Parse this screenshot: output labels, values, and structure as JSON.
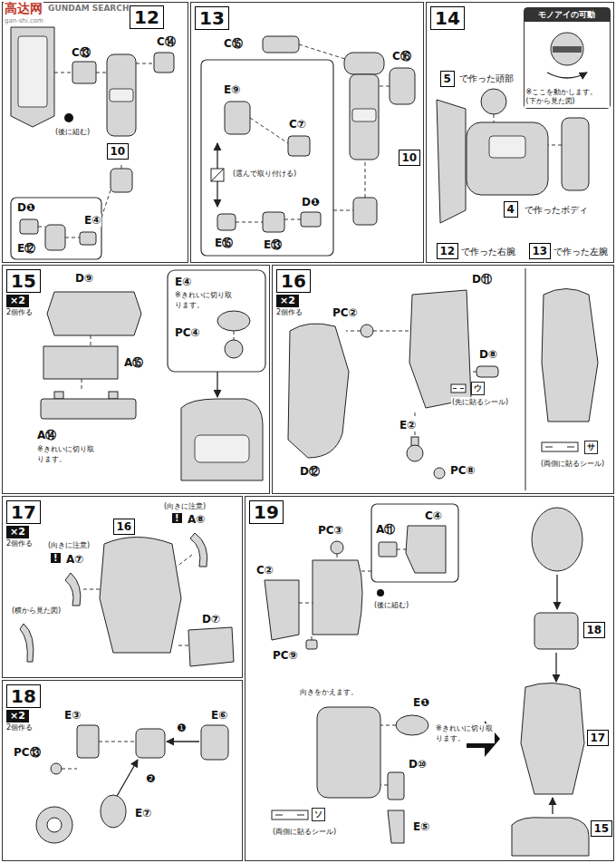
{
  "diagram": {
    "nodes": [
      {
        "text": [
          "12"
        ]
      },
      {
        "text": [
          "10"
        ],
        "in": 0
      },
      {
        "text": [
          "13"
        ]
      },
      {
        "text": [
          "10"
        ],
        "in": 2
      },
      {
        "text": [
          "14"
        ]
      },
      {
        "text": [
          "モノアイの可動",
          "※ここを動かします。",
          "(下から見た図)"
        ],
        "in": 4
      },
      {
        "text": [
          "5"
        ],
        "in": 4
      },
      {
        "text": [
          "4"
        ],
        "in": 4
      },
      {
        "text": [
          "12"
        ],
        "in": 4
      },
      {
        "text": [
          "13"
        ],
        "in": 4
      },
      {
        "text": [
          "15",
          "×2",
          "2個作る"
        ]
      },
      {
        "text": [
          "16",
          "×2",
          "2個作る"
        ]
      },
      {
        "text": [
          "17",
          "×2",
          "2個作る"
        ]
      },
      {
        "text": [
          "16"
        ],
        "in": 12
      },
      {
        "text": [
          "18",
          "×2",
          "2個作る"
        ]
      },
      {
        "text": [
          "19"
        ]
      },
      {
        "text": [
          "18"
        ],
        "in": 15
      },
      {
        "text": [
          "17"
        ],
        "in": 15
      },
      {
        "text": [
          "15"
        ],
        "in": 15
      }
    ],
    "labels": [
      "C⑬",
      "C⑭",
      "(後に組む)",
      "D❶",
      "E④",
      "E⑫",
      "C⑮",
      "C⑯",
      "E⑨",
      "C⑦",
      "(選んで取り付ける)",
      "D❶",
      "E⑮",
      "E⑬",
      "で作った頭部",
      "で作ったボディ",
      "で作った右腕",
      "で作った左腕",
      "D⑨",
      "E④",
      "※きれいに切り取ります。",
      "PC④",
      "A⑮",
      "A⑭",
      "※きれいに切り取ります。",
      "PC②",
      "D⑪",
      "D⑧",
      "ウ",
      "(先に貼るシール)",
      "E②",
      "D⑫",
      "PC⑧",
      "サ",
      "(両側に貼るシール)",
      "(向きに注意)",
      "!",
      "A⑧",
      "(向きに注意)",
      "!",
      "A⑦",
      "(横から見た図)",
      "D⑦",
      "E③",
      "E⑥",
      "PC⑬",
      "❶",
      "❷",
      "E⑦",
      "PC③",
      "A⑪",
      "C④",
      "C②",
      "(後に組む)",
      "PC⑨",
      "向きをかえます。",
      "E❶",
      "※きれいに切り取ります。",
      "D⑩",
      "ソ",
      "(両側に貼るシール)",
      "E⑤",
      "高达网",
      "GUNDAM SEARCH",
      "gan-shi.com"
    ]
  }
}
